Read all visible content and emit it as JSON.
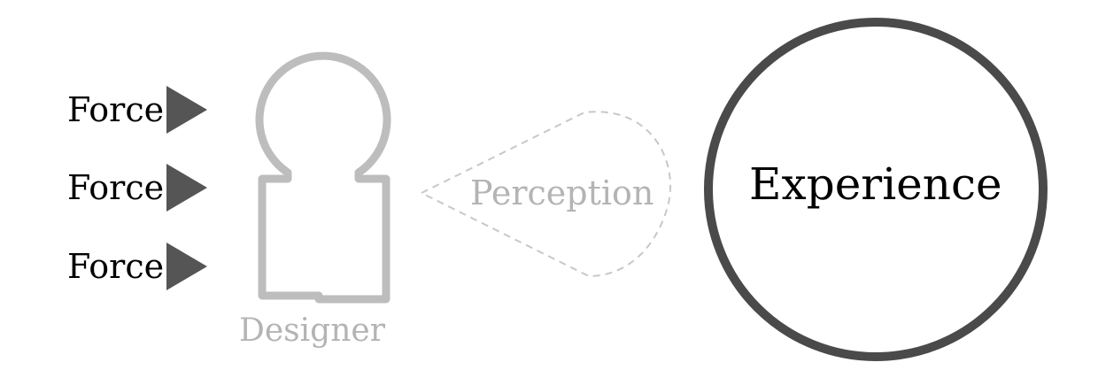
{
  "forces": [
    {
      "label": "Force"
    },
    {
      "label": "Force"
    },
    {
      "label": "Force"
    }
  ],
  "designer": {
    "label": "Designer",
    "color": "#b4b4b4"
  },
  "perception": {
    "label": "Perception",
    "color": "#b4b4b4"
  },
  "experience": {
    "label": "Experience",
    "color": "#000000",
    "ring_color": "#4a4a4a"
  },
  "colors": {
    "arrow": "#555555",
    "text": "#000000",
    "figure": "#bdbdbd",
    "dashed": "#c8c8c8"
  },
  "icons": [
    "arrow-right-icon",
    "person-outline-icon",
    "eye-shape-icon",
    "circle-icon"
  ]
}
